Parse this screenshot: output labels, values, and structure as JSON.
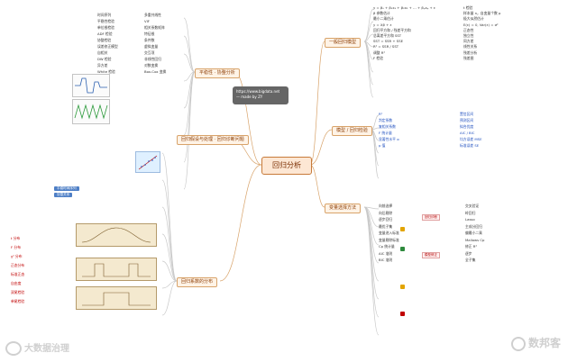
{
  "center_node": {
    "label": "回归分析"
  },
  "title_box": {
    "lines": [
      "https://www.bigdata.net",
      "— made by ZY"
    ]
  },
  "branches": {
    "basics": "一般回归模型",
    "metrics": "模型 / 回归检验",
    "assumptions": "回归假设与处理 · 回归诊断问题",
    "selection": "变量选择方法",
    "stationarity": "平稳性 · 协整分析",
    "distributions": "回归系数的分布"
  },
  "leaves": {
    "top_right": [
      "y = β₀ + β₁x₁ + β₂x₂ + … + βₚxₚ + ε",
      "β 参数估计",
      "最小二乘估计",
      "y = Xβ + ε",
      "回归平方和 / 残差平方和",
      "总离差平方和 SST",
      "SST = SSR + SSE",
      "R² = SSR / SST",
      "调整 R²",
      "F 检验",
      "t 检验",
      "样本量 n，自变量个数 p",
      "极大似然估计",
      "E(ε) = 0, Var(ε) = σ²",
      "正态性",
      "独立性",
      "同方差",
      "线性关系",
      "残差分析",
      "残差图"
    ],
    "mid_right": [
      "R²",
      "判定系数",
      "复相关系数",
      "F 统计量",
      "显著性水平 α",
      "p 值",
      "置信区间",
      "预测区间",
      "拟合优度",
      "AIC / BIC",
      "均方误差 MSE",
      "标准误差 SE"
    ],
    "bottom_right": [
      "向前选择",
      "向后剔除",
      "逐步回归",
      "最优子集",
      "变量进入标准",
      "变量剔除标准",
      "Cp 统计量",
      "AIC 准则",
      "BIC 准则",
      "交叉验证",
      "岭回归",
      "Lasso",
      "主成分回归",
      "偏最小二乘",
      "Mallows Cp",
      "修正 R²",
      "逐步",
      "全子集"
    ],
    "left": [
      "时间序列",
      "平稳性检验",
      "单位根检验",
      "ADF 检验",
      "协整检验",
      "误差修正模型",
      "自相关",
      "DW 检验",
      "异方差",
      "White 检验",
      "多重共线性",
      "VIF",
      "相关系数矩阵",
      "特征根",
      "条件数",
      "虚拟变量",
      "交互项",
      "非线性回归",
      "对数变换",
      "Box-Cox 变换"
    ],
    "left_bottom": [
      "t 分布",
      "F 分布",
      "χ² 分布",
      "正态分布",
      "标准正态",
      "自由度",
      "双尾检验",
      "单尾检验"
    ]
  },
  "labels": {
    "flow_box_1": "回归诊断",
    "flow_box_2": "模型修正",
    "blue_tag_1": "平稳时间序列",
    "blue_tag_2": "协整关系"
  },
  "watermarks": {
    "left": "大数据治理",
    "right": "数邦客"
  }
}
